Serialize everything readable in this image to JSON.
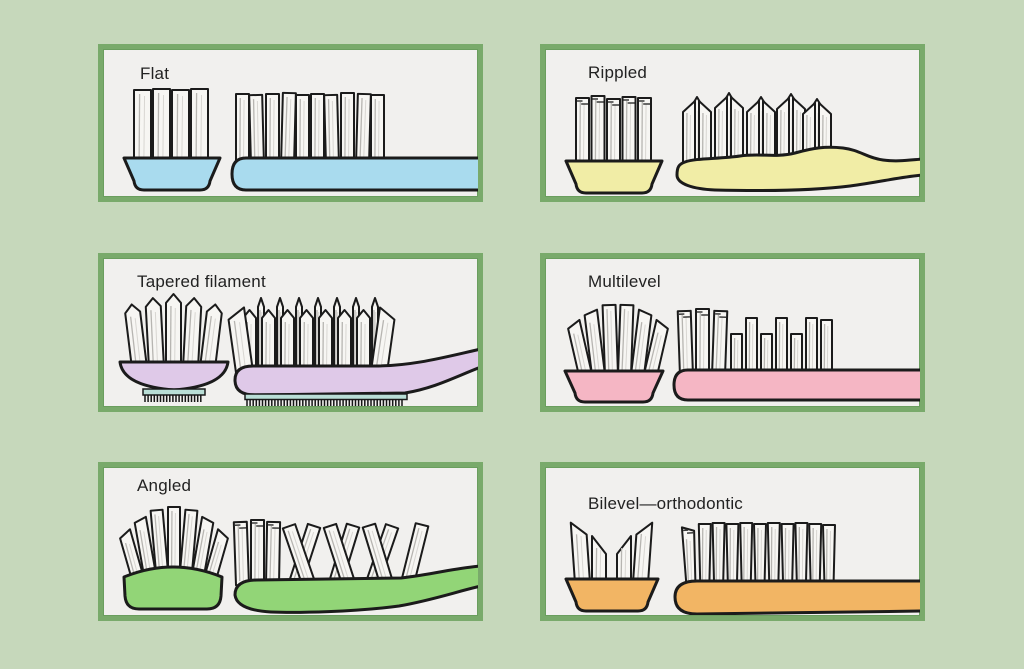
{
  "page": {
    "background": "#c6d8bb"
  },
  "panel_style": {
    "border_color": "#79aa6b",
    "background": "#f1f0ee",
    "label_color": "#222222"
  },
  "bristle": {
    "fill": "#f7f6f3",
    "outline": "#1b1b1b"
  },
  "panels": [
    {
      "id": "flat",
      "label": "Flat",
      "handle_color": "#a9dbee"
    },
    {
      "id": "rippled",
      "label": "Rippled",
      "handle_color": "#f1eda6"
    },
    {
      "id": "tapered-filament",
      "label": "Tapered filament",
      "handle_color": "#dfc9e8",
      "pad_color": "#b9ded6"
    },
    {
      "id": "multilevel",
      "label": "Multilevel",
      "handle_color": "#f5b6c4"
    },
    {
      "id": "angled",
      "label": "Angled",
      "handle_color": "#92d577"
    },
    {
      "id": "bilevel-orthodontic",
      "label": "Bilevel—orthodontic",
      "handle_color": "#f2b564"
    }
  ]
}
